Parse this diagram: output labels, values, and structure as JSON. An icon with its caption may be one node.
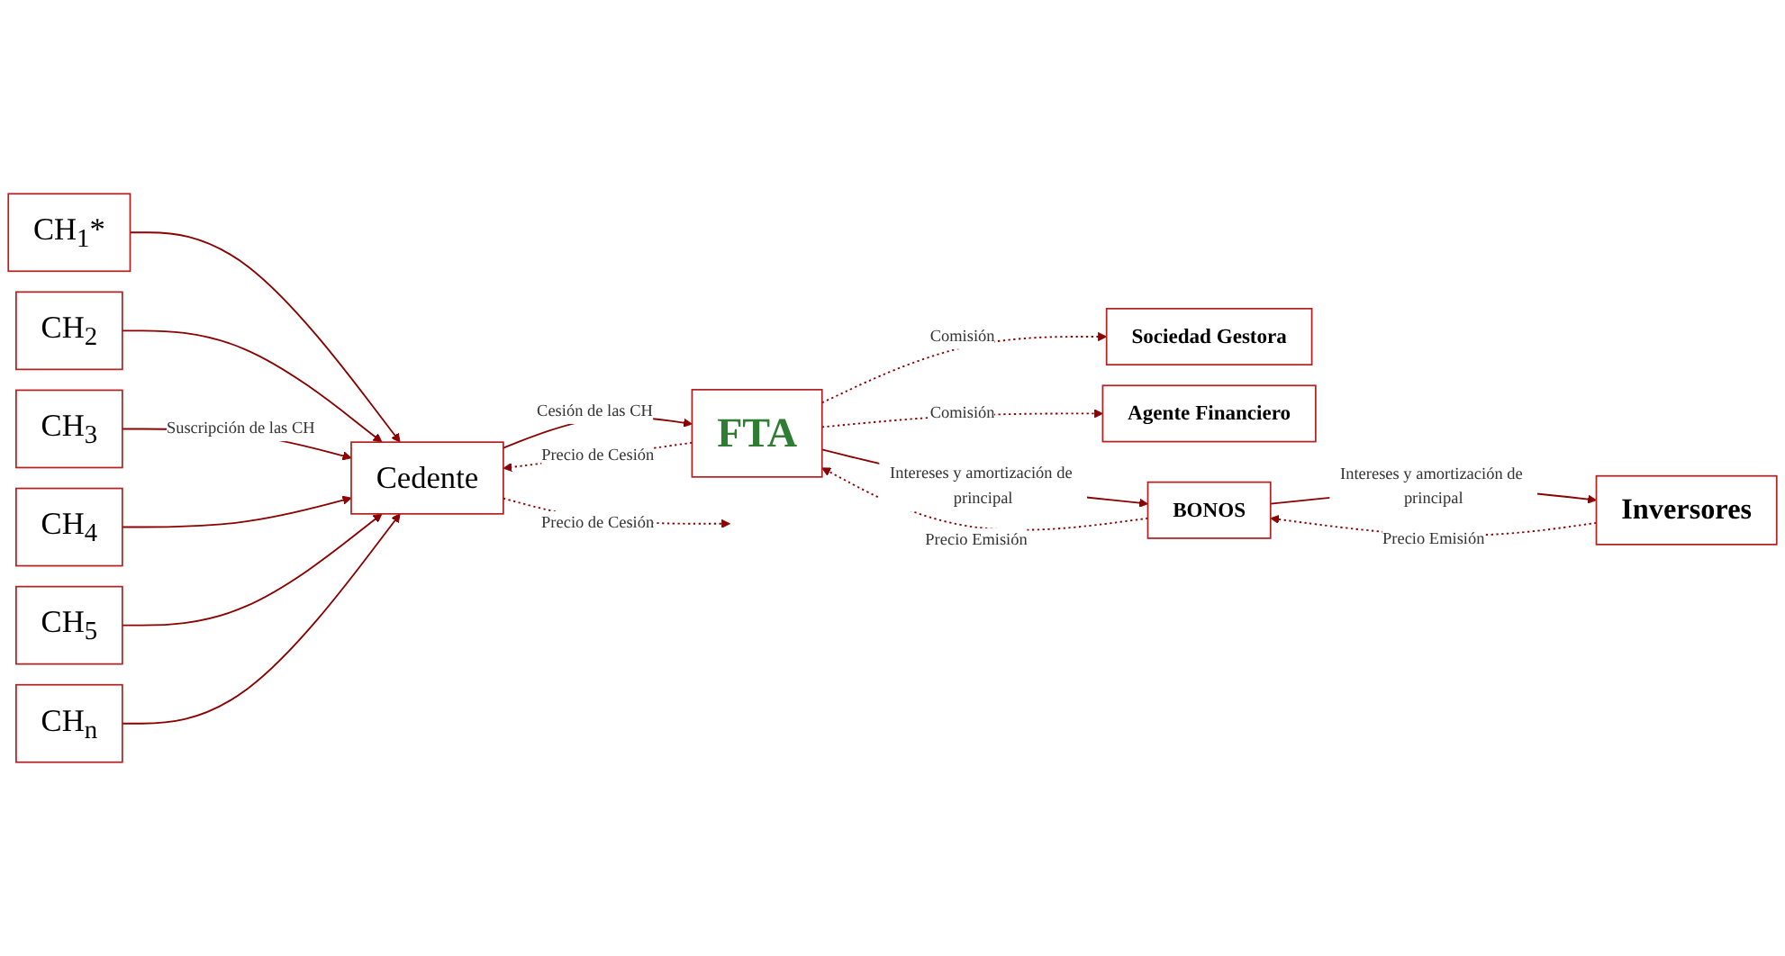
{
  "diagram": {
    "nodes": [
      {
        "text": [
          "CH$_{1}$*"
        ]
      },
      {
        "text": [
          "CH$_{2}$"
        ]
      },
      {
        "text": [
          "CH$_{3}$"
        ]
      },
      {
        "text": [
          "CH$_{4}$"
        ]
      },
      {
        "text": [
          "CH$_{5}$"
        ]
      },
      {
        "text": [
          "CH$_{n}$"
        ]
      },
      {
        "text": [
          "Cedente"
        ]
      },
      {
        "text": [
          "Sociedad Gestora"
        ]
      },
      {
        "text": [
          "Agente Financiero"
        ]
      },
      {
        "text": [
          "FTA"
        ]
      },
      {
        "text": [
          "BONOS"
        ]
      },
      {
        "text": [
          "Inversores"
        ]
      }
    ],
    "edges": [
      {
        "from": 0,
        "to": 6,
        "arrow": "to"
      },
      {
        "from": 1,
        "to": 6,
        "arrow": "to"
      },
      {
        "from": 2,
        "to": 6,
        "arrow": "to",
        "label": "Suscripción de las CH"
      },
      {
        "from": 3,
        "to": 6,
        "arrow": "to"
      },
      {
        "from": 4,
        "to": 6,
        "arrow": "to"
      },
      {
        "from": 5,
        "to": 6,
        "arrow": "to"
      },
      {
        "from": 6,
        "to": null,
        "arrow": "to",
        "style": "dashed",
        "label": "Precio de Cesión"
      },
      {
        "from": 6,
        "to": 9,
        "arrow": "to",
        "label": "Cesión de las CH"
      },
      {
        "from": 9,
        "to": 6,
        "arrow": "to",
        "style": "dashed",
        "label": "Precio de Cesión"
      },
      {
        "from": 9,
        "to": 7,
        "arrow": "to",
        "style": "dashed",
        "label": "Comisión"
      },
      {
        "from": 9,
        "to": 8,
        "arrow": "to",
        "style": "dashed",
        "label": "Comisión"
      },
      {
        "from": 9,
        "to": 10,
        "arrow": "to",
        "label": "Intereses y amortización de principal"
      },
      {
        "from": 10,
        "to": 9,
        "arrow": "to",
        "style": "dashed",
        "label": "Precio Emisión"
      },
      {
        "from": 10,
        "to": 11,
        "arrow": "to",
        "label": "Intereses y amortización de principal"
      },
      {
        "from": 11,
        "to": 10,
        "arrow": "to",
        "style": "dashed",
        "label": "Precio Emisión"
      }
    ]
  }
}
